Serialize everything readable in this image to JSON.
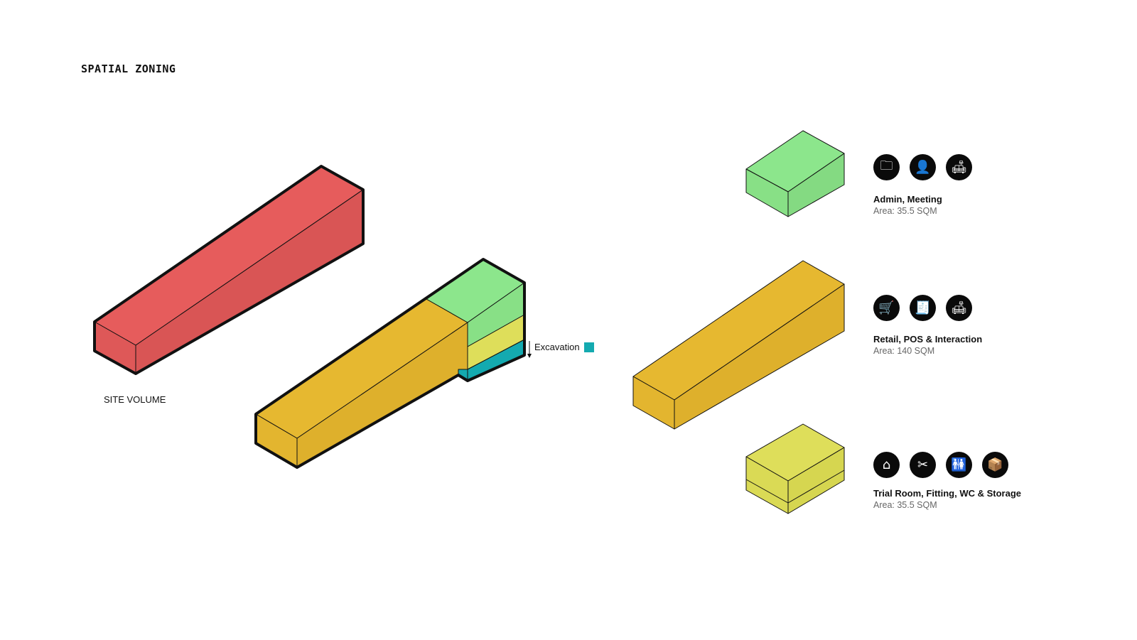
{
  "title": "SPATIAL ZONING",
  "site_label": "SITE VOLUME",
  "excavation_label": "Excavation",
  "colors": {
    "site": "#e65c5c",
    "retail": "#e3b52f",
    "admin": "#8ce68c",
    "trial": "#dede5a",
    "excavation": "#14aab0"
  },
  "zones": [
    {
      "name": "Admin, Meeting",
      "area": "Area: 35.5 SQM",
      "icons": [
        {
          "name": "folder-icon",
          "glyph": "🗀"
        },
        {
          "name": "user-icon",
          "glyph": "👤"
        },
        {
          "name": "sofa-icon",
          "glyph": "🛋"
        }
      ]
    },
    {
      "name": "Retail, POS & Interaction",
      "area": "Area: 140 SQM",
      "icons": [
        {
          "name": "cart-icon",
          "glyph": "🛒"
        },
        {
          "name": "receipt-icon",
          "glyph": "🧾"
        },
        {
          "name": "sofa-icon",
          "glyph": "🛋"
        }
      ]
    },
    {
      "name": "Trial Room, Fitting, WC & Storage",
      "area": "Area: 35.5 SQM",
      "icons": [
        {
          "name": "hanger-icon",
          "glyph": "⌂"
        },
        {
          "name": "scissors-icon",
          "glyph": "✂"
        },
        {
          "name": "restroom-icon",
          "glyph": "🚻"
        },
        {
          "name": "box-icon",
          "glyph": "📦"
        }
      ]
    }
  ]
}
